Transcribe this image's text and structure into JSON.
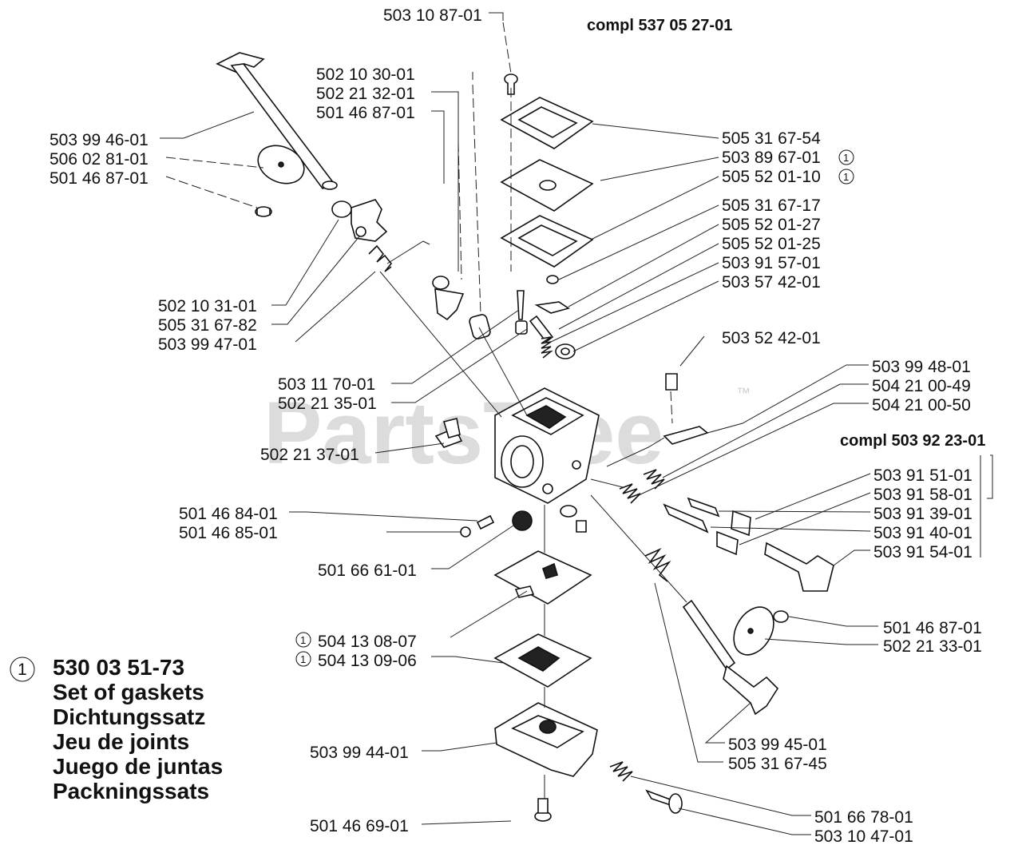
{
  "watermark": {
    "brand": "PartsTree",
    "trademark": "™"
  },
  "kit_titles": {
    "top": "compl 537 05 27-01",
    "right": "compl 503 92 23-01"
  },
  "gasket_set": {
    "marker": "1",
    "part_number": "530 03 51-73",
    "names": [
      "Set of gaskets",
      "Dichtungssatz",
      "Jeu de joints",
      "Juego de juntas",
      "Packningssats"
    ]
  },
  "labels": {
    "p_503_10_87_01": "503 10 87-01",
    "p_502_10_30_01": "502 10 30-01",
    "p_502_21_32_01": "502 21 32-01",
    "p_501_46_87_01_a": "501 46 87-01",
    "p_503_99_46_01": "503 99 46-01",
    "p_506_02_81_01": "506 02 81-01",
    "p_501_46_87_01_b": "501 46 87-01",
    "p_505_31_67_54": "505 31 67-54",
    "p_503_89_67_01": "503 89 67-01",
    "p_505_52_01_10": "505 52 01-10",
    "p_505_31_67_17": "505 31 67-17",
    "p_505_52_01_27": "505 52 01-27",
    "p_505_52_01_25": "505 52 01-25",
    "p_503_91_57_01": "503 91 57-01",
    "p_503_57_42_01": "503 57 42-01",
    "p_502_10_31_01": "502 10 31-01",
    "p_505_31_67_82": "505 31 67-82",
    "p_503_99_47_01": "503 99 47-01",
    "p_503_52_42_01": "503 52 42-01",
    "p_503_11_70_01": "503 11 70-01",
    "p_502_21_35_01": "502 21 35-01",
    "p_503_99_48_01": "503 99 48-01",
    "p_504_21_00_49": "504 21 00-49",
    "p_504_21_00_50": "504 21 00-50",
    "p_502_21_37_01": "502 21 37-01",
    "p_503_91_51_01": "503 91 51-01",
    "p_503_91_58_01": "503 91 58-01",
    "p_503_91_39_01": "503 91 39-01",
    "p_503_91_40_01": "503 91 40-01",
    "p_503_91_54_01": "503 91 54-01",
    "p_501_46_84_01": "501 46 84-01",
    "p_501_46_85_01": "501 46 85-01",
    "p_501_66_61_01": "501 66 61-01",
    "p_501_46_87_01_c": "501 46 87-01",
    "p_502_21_33_01": "502 21 33-01",
    "p_504_13_08_07": "504 13 08-07",
    "p_504_13_09_06": "504 13 09-06",
    "p_503_99_45_01": "503 99 45-01",
    "p_505_31_67_45": "505 31 67-45",
    "p_503_99_44_01": "503 99 44-01",
    "p_501_66_78_01": "501 66 78-01",
    "p_501_46_69_01": "501 46 69-01",
    "p_503_10_47_01": "503 10 47-01"
  }
}
